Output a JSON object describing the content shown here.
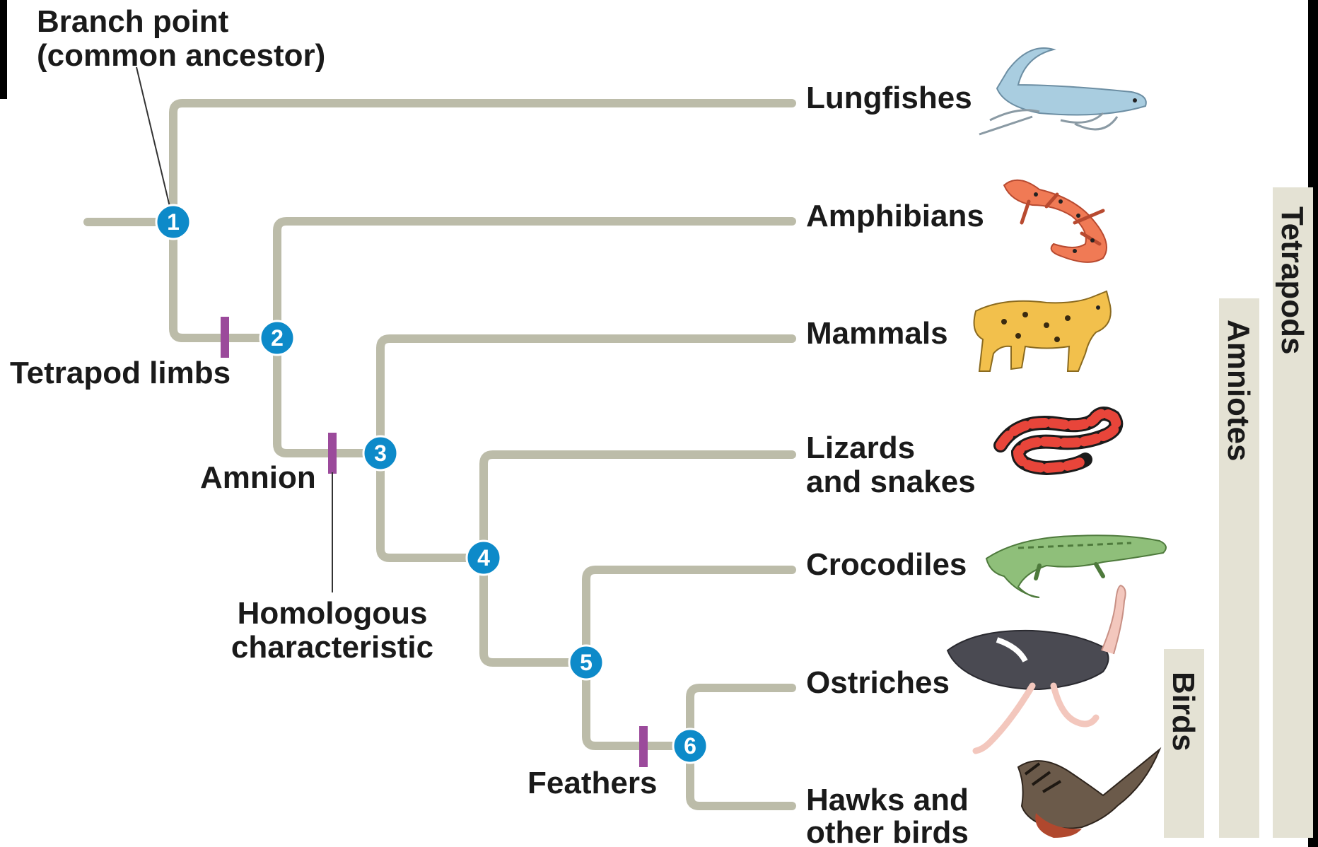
{
  "annotations": {
    "branch_point_line1": "Branch point",
    "branch_point_line2": "(common ancestor)",
    "homologous_line1": "Homologous",
    "homologous_line2": "characteristic"
  },
  "traits": [
    {
      "id": "tetrapod-limbs",
      "label": "Tetrapod limbs"
    },
    {
      "id": "amnion",
      "label": "Amnion"
    },
    {
      "id": "feathers",
      "label": "Feathers"
    }
  ],
  "nodes": [
    "1",
    "2",
    "3",
    "4",
    "5",
    "6"
  ],
  "taxa": [
    {
      "id": "lungfishes",
      "lines": [
        "Lungfishes"
      ],
      "icon": "lungfish-icon"
    },
    {
      "id": "amphibians",
      "lines": [
        "Amphibians"
      ],
      "icon": "salamander-icon"
    },
    {
      "id": "mammals",
      "lines": [
        "Mammals"
      ],
      "icon": "bobcat-icon"
    },
    {
      "id": "lizards-snakes",
      "lines": [
        "Lizards",
        "and snakes"
      ],
      "icon": "snake-icon"
    },
    {
      "id": "crocodiles",
      "lines": [
        "Crocodiles"
      ],
      "icon": "crocodile-icon"
    },
    {
      "id": "ostriches",
      "lines": [
        "Ostriches"
      ],
      "icon": "ostrich-icon"
    },
    {
      "id": "hawks",
      "lines": [
        "Hawks and",
        "other birds"
      ],
      "icon": "hawk-icon"
    }
  ],
  "groups": {
    "tetrapods": "Tetrapods",
    "amniotes": "Amniotes",
    "birds": "Birds"
  },
  "colors": {
    "branch": "#bcbca9",
    "node": "#0d8ac9",
    "trait_mark": "#9b4a9b",
    "group_bar": "#e4e2d4",
    "background": "#ffffff"
  }
}
